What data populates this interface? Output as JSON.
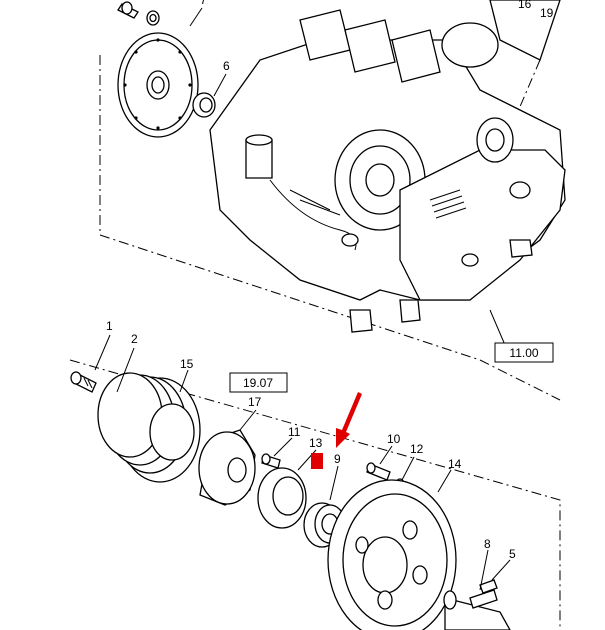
{
  "diagram": {
    "callouts": [
      "1",
      "2",
      "5",
      "6",
      "7",
      "8",
      "9",
      "10",
      "11",
      "12",
      "13",
      "14",
      "15",
      "16",
      "17",
      "19"
    ],
    "reference_boxes": [
      "19.07",
      "11.00"
    ],
    "highlight_color": "#e00000",
    "arrow_color": "#e00000"
  }
}
